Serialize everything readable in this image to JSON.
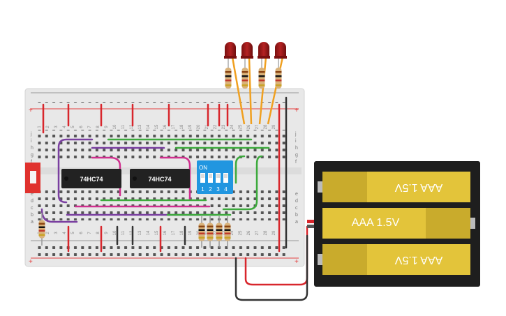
{
  "breadboard": {
    "plus": "+",
    "minus": "−",
    "row_letters_top": [
      "j",
      "i",
      "h",
      "g",
      "f"
    ],
    "row_letters_bottom": [
      "e",
      "d",
      "c",
      "b",
      "a"
    ],
    "column_numbers": [
      "1",
      "2",
      "3",
      "4",
      "5",
      "6",
      "7",
      "8",
      "9",
      "10",
      "11",
      "12",
      "13",
      "14",
      "15",
      "16",
      "17",
      "18",
      "19",
      "20",
      "21",
      "22",
      "23",
      "24",
      "25",
      "26",
      "27",
      "28",
      "29",
      "30"
    ]
  },
  "chips": [
    {
      "label": "74HC74"
    },
    {
      "label": "74HC74"
    }
  ],
  "dip_switch": {
    "on_label": "ON",
    "positions": [
      "1",
      "2",
      "3",
      "4"
    ]
  },
  "battery_pack": {
    "cells": [
      {
        "label": "AAA 1.5V",
        "inverted": true
      },
      {
        "label": "AAA 1.5V",
        "inverted": false
      },
      {
        "label": "AAA 1.5V",
        "inverted": true
      }
    ]
  },
  "colors": {
    "wire_red": "#d8262c",
    "wire_black": "#333333",
    "wire_green": "#3daa3d",
    "wire_magenta": "#d02f8e",
    "wire_purple": "#7a3fa0",
    "wire_orange": "#f0a020",
    "led_red": "#a01c1c",
    "dip_blue": "#2196e0",
    "battery_yellow": "#e3c43a",
    "pushbutton_red": "#e0322e"
  }
}
